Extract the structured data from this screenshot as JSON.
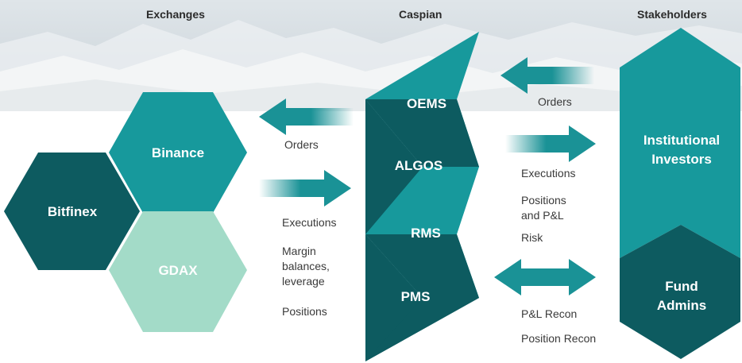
{
  "headers": {
    "exchanges": "Exchanges",
    "caspian": "Caspian",
    "stakeholders": "Stakeholders"
  },
  "exchanges": {
    "binance": "Binance",
    "bitfinex": "Bitfinex",
    "gdax": "GDAX"
  },
  "caspian_modules": {
    "oems": "OEMS",
    "algos": "ALGOS",
    "rms": "RMS",
    "pms": "PMS"
  },
  "stakeholders": {
    "institutional_line1": "Institutional",
    "institutional_line2": "Investors",
    "fund_admins_line1": "Fund",
    "fund_admins_line2": "Admins"
  },
  "left_flow": {
    "orders": "Orders",
    "executions": "Executions",
    "margin_line1": "Margin",
    "margin_line2": "balances,",
    "margin_line3": "leverage",
    "positions": "Positions"
  },
  "right_flow": {
    "orders": "Orders",
    "executions": "Executions",
    "positions_line1": "Positions",
    "positions_line2": "and P&L",
    "risk": "Risk",
    "pl_recon": "P&L Recon",
    "position_recon": "Position Recon"
  },
  "colors": {
    "teal": "#17999c",
    "dark_teal": "#0d5b60",
    "light_teal": "#a3dbc8",
    "arrow": "#1a9296"
  }
}
